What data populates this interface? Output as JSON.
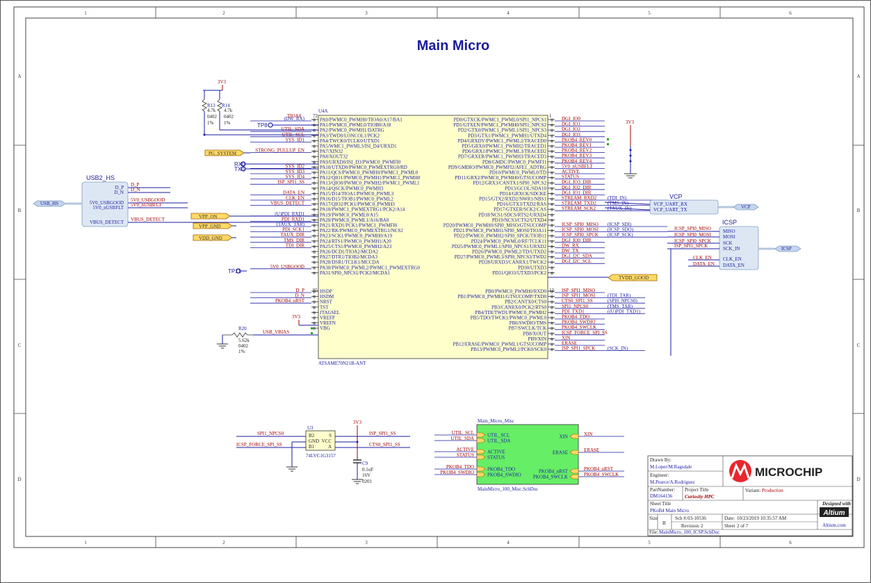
{
  "title": "Main Micro",
  "border": {
    "columns": [
      "1",
      "2",
      "3",
      "4",
      "5",
      "6"
    ],
    "rows": [
      "A",
      "B",
      "C",
      "D"
    ]
  },
  "u4": {
    "designator": "U4A",
    "part": "ATSAME70N21B-ANT",
    "left_pins": [
      "PA0/PWMC0_PWMH0/TIOA0/A17/BA1",
      "PA1/PWMC0_PWML0/TIOB0/A18",
      "PA2/PWMC0_PWMH1/DATRG",
      "PA3/TWD0/LONCOL1/PCK2",
      "PA4/TWCK0/TCLK0/UTXD1",
      "PA5/WMC1_PWML3/ISI_D4/URXD1",
      "PA7/XIN32",
      "PA8/XOUT32",
      "PA9/URXD0/ISI_D3/PWMC0_PWMFI0",
      "PA10/UTXD0/PWMC0_PWMEXTRG0/RD",
      "PA11/QCS/PWMC0_PWMH0/PWMC1_PWML0",
      "PA12/QIO1/PWMC0_PWMH1/PWMC1_PWMH0",
      "PA13/QIO0/PWMC0_PWMH2/PWMC1_PWML1",
      "PA14/QSCK/PWMC0_PWMH3",
      "PA15/D14/TIOA1/PWMC0_PWML3",
      "PA16/D15/TIOB1/PWMC0_PWML2",
      "PA17/QIO2/PCK1/PWMC0_PWMH3",
      "PA18/PWMC1_PWMEXTRG1/PCK2/A14",
      "PA19/PWMC0_PWML0/A15",
      "PA20/PWMC0_PWML1/A16/BA0",
      "PA21/RXD1/PCK1/PWMC1_PWMFI0",
      "PA22/RK/PWMC0_PWMEXTRG1/NCS2",
      "PA23/SCK1/PWMC0_PWMH0/A19",
      "PA24/RTS1/PWMC0_PWMH1/A20",
      "PA25/CTS1/PWMC0_PWMH2/A23",
      "PA26/DCD1/TIOA2/MCDA2",
      "PA27/DTR1/TIOB2/MCDA3",
      "PA28/DSR1/TCLK1/MCCDA",
      "PA30/PWMC0_PWML2/PWMC1_PWMEXTRG0",
      "PA31/SPI0_NPCS1/PCK2/MCDA1"
    ],
    "left_pins2": [
      "HSDP",
      "HSDM",
      "NRST",
      "TST",
      "JTAGSEL",
      "VREFP",
      "VREFN",
      "VBG"
    ],
    "right_pins": [
      "PD0/GTXCK/PWMC1_PWML0/SPI1_NPCS1",
      "PD1/GTXEN/PWMC1_PWMH0/SPI1_NPCS2",
      "PD2/GTX0/PWMC1_PWML1/SPI1_NPCS3",
      "PD3/GTX1/PWMC1_PWMH1/UTXD4",
      "PD4/GRXDV/PWMC1_PWML2/TRACED0",
      "PD5/GRX0/PWMC1_PWMH2/TRACED1",
      "PD6/GRX1/PWMC1_PWML3/TRACED2",
      "PD7/GRXER/PWMC1_PWMH3/TRACED3",
      "PD8/GMDC/PWMC0_PWMFI1",
      "PD9/GMDIO/PWMC0_PWMFI2/AFE1_ADTRG",
      "PD10/PWMC0_PWML0/TD",
      "PD11/GRX2/PWMC0_PWMH0/GTSUCOMP",
      "PD12/GRX3/CANTX1/SPI0_NPCS2",
      "PD13/GCOL/SDA10",
      "PD14/GRXCK/SDCKE",
      "PD15/GTX2/RXD2/NWR1/NBS1",
      "PD16/GTX3/TXD2/RAS",
      "PD17/GTXER/SCK2/CAS",
      "PD18/NCS1/SDCS/RTS2/URXD4",
      "PD19/NCS3/CTS2/UTXD4",
      "PD20/PWMC0_PWMH0/SPI0_MISO/GTSUCOMP",
      "PD21/PWMC0_PWMH1/SPI0_MOSI/TIOA11",
      "PD22/PWMC0_PWMH2/SPI0_SPCK/TIOB11",
      "PD24/PWMC0_PWML0/RF/TCLK11",
      "PD25/PWMC0_PWML1/SPI0_NPCS1/URXD2",
      "PD26/PWMC0_PWML2/TD/UTXD2",
      "PD27/PWMC0_PWML3/SPI0_NPCS3/TWD2",
      "PD28/URXD3/CANRX1/TWCK2",
      "PD30/UTXD3",
      "PD31/QIO3/UTXD3/PCK2"
    ],
    "right_pins2": [
      "PB0/PWMC0_PWMH0/RXD0",
      "PB1/PWMC0_PWMH1/GTSUCOMP/TXD0",
      "PB2/CANTX0/CTS0",
      "PB3/CANRX0/PCK2/RTS0",
      "PB4/TDI/TWD1/PWMC0_PWMH2",
      "PB5/TDO/TWCK1/PWMC0_PWML0",
      "PB6/SWDIO/TMS",
      "PB7/SWCLK/TCK",
      "PB8/XOUT",
      "PB9/XIN",
      "PB12/ERASE/PWMC0_PWML1/GTSUCOMP",
      "PB13/PWMC0_PWML2/PCK0/SCK0"
    ],
    "left_nets": [
      "(DW_RX)",
      "",
      "UTIL_SDA",
      "UTIL_SCL",
      "SYS_ID1",
      "",
      "STRONG_PULLUP_EN",
      "",
      "",
      "SYS_ID2",
      "SYS_ID3",
      "SYS_ID4",
      "ISP_SPI1_SS",
      "",
      "DATA_EN",
      "CLK_EN",
      "VBUS_DETECT",
      "",
      "(U)PDI_RXD1",
      "PDI_RXD1",
      "(TAUX_TAR)",
      "PDI_SCK1",
      "TAUX_DIR",
      "TMS_DIR",
      "TDI_DIR",
      "",
      "",
      "",
      "5V0_USBGOOD",
      ""
    ],
    "left_nets2": [
      "D_P",
      "D_N",
      "PKOB4_nRST",
      "",
      "",
      "",
      "",
      ""
    ],
    "right_nets": [
      "DGI_IO0",
      "DGI_IO1",
      "DGI_IO2",
      "DGI_IO3",
      "PKOB4_REV0",
      "PKOB4_REV1",
      "PKOB4_REV2",
      "PKOB4_REV3",
      "PKOB4_REV4",
      "5V0_nUSBFLT",
      "ACTIVE",
      "STATUS",
      "DGI_IO3_DIR",
      "DGI_IO2_DIR",
      "DGI_IO1_DIR",
      "STREAM_RXD2",
      "STREAM_TXD2",
      "STREAM_SCK2",
      "",
      "",
      "ICSP_SPI0_MISO",
      "ICSP_SPI0_MOSI",
      "ICSP_SPI0_SPCK",
      "DGI_IO0_DIR",
      "DW_RX",
      "DW_TX",
      "DGI_I2C_SDA",
      "DGI_I2C_SCL",
      "",
      ""
    ],
    "right_nets_ext": [
      "",
      "",
      "",
      "",
      "",
      "",
      "",
      "",
      "",
      "",
      "",
      "",
      "",
      "",
      "",
      "(TDI_IN)",
      "(TMS_IN)",
      "(TAUX_IN)",
      "",
      "",
      "(ICSP_SDI)",
      "(ICSP_SDO)",
      "(ICSP_SCK)",
      "",
      "",
      "",
      "",
      "",
      "",
      ""
    ],
    "right_nets2": [
      "ISP_SPI1_MISO",
      "ISP_SPI1_MOSI",
      "CTS0_SPI1_SS",
      "SPI1_NPCS0",
      "PDI_TXD1",
      "PKOB4_TDO",
      "PKOB4_SWDIO",
      "PKOB4_SWCLK",
      "ICSP_FORCE_SPI_SS",
      "XIN",
      "ERASE",
      "ISP_SPI1_SPCK"
    ],
    "right_nets2_ext": [
      "",
      "(TDI_TAR)",
      "(SPI0_NPCS0)",
      "(TMS_TAR)",
      "((U)PDI_TXD1)",
      "",
      "",
      "",
      "",
      "",
      "",
      "(SCK_IN)"
    ],
    "left_top_pin": "72",
    "left_bottom_pin": "95",
    "right_top_pin": "1",
    "right_bottom_pin": "12"
  },
  "ports": {
    "pg_system": "PG_SYSTEM",
    "vpp_on": "VPP_ON",
    "vpp_gnd": "VPP_GND",
    "vdd_gnd": "VDD_GND",
    "tvdd_good": "TVDD_GOOD",
    "usb_hs": "USB_HS",
    "vcp": "VCP",
    "icsp": "ICSP"
  },
  "testpoints": {
    "tp8": "TP8",
    "tp11": "TP11",
    "rx0": "RX0",
    "tx0": "TX0",
    "tioa0": "TIOA0"
  },
  "usb2_hs": {
    "title": "USB2_HS",
    "pins": [
      "D_P",
      "D_N",
      "5V0_USBGOOD",
      "5V0_nUSBFLT",
      "VBUS_DETECT"
    ]
  },
  "vcp": {
    "title": "VCP",
    "pins": [
      "VCP_UART_RX",
      "VCP_UART_TX"
    ]
  },
  "icsp": {
    "title": "ICSP",
    "pins": [
      "MISO",
      "MOSI",
      "SCK",
      "SCK_IN",
      "CLK_EN",
      "DATA_EN"
    ]
  },
  "icsp_nets": [
    "ICSP_SPI0_MISO",
    "ICSP_SPI0_MOSI",
    "ICSP_SPI0_SPCK",
    "ISP_SPI1_SPCK",
    "CLK_EN",
    "DATA_EN"
  ],
  "power": {
    "v3v3": "3V3"
  },
  "resistors": {
    "r13": {
      "name": "R13",
      "value": "4.7k",
      "pkg": "0402",
      "tol": "1%"
    },
    "r14": {
      "name": "R14",
      "value": "4.7k",
      "pkg": "0402",
      "tol": "1%"
    },
    "r20": {
      "name": "R20",
      "value": "5.62k",
      "pkg": "0402",
      "tol": "1%"
    }
  },
  "usb_vbias": "USB_VBIAS",
  "u3": {
    "designator": "U3",
    "part": "74LVC1G3157",
    "left_pins": [
      "B2",
      "GND",
      "B1"
    ],
    "right_pins": [
      "S",
      "VCC",
      "A"
    ],
    "nets_left": [
      "SPI1_NPCS0",
      "ICSP_FORCE_SPI_SS"
    ],
    "nets_right": [
      "ISP_SPI1_SS",
      "CTS0_SPI1_SS"
    ]
  },
  "c9": {
    "name": "C9",
    "value": "0.1uF",
    "volt": "16V",
    "pkg": "0201"
  },
  "misc_sheet": {
    "title": "Main_Micro_Misc",
    "file": "MainMicro_100_Misc.SchDoc",
    "left_ports": [
      "UTIL_SCL",
      "UTIL_SDA",
      "ACTIVE",
      "STATUS",
      "PKOB4_TDO",
      "PKOB4_SWDIO"
    ],
    "right_ports": [
      "XIN",
      "ERASE",
      "PKOB4_nRST",
      "PKOB4_SWCLK"
    ],
    "left_nets": [
      "UTIL_SCL",
      "UTIL_SDA",
      "ACTIVE",
      "STATUS",
      "PKOB4_TDO",
      "PKOB4_SWDIO"
    ],
    "right_nets": [
      "XIN",
      "ERASE",
      "PKOB4_nRST",
      "PKOB4_SWCLK"
    ]
  },
  "title_block": {
    "drawn_by_label": "Drawn By:",
    "drawn_by": "M.Loper/M.Ragsdale",
    "engineer_label": "Engineer:",
    "engineer": "M.Pearce/A.Rodriguez",
    "part_number_label": "PartNumber:",
    "part_number": "DM164136",
    "project_title_label": "Project Title",
    "project_title": "Curiosity HPC",
    "variant_label": "Variant:",
    "variant": "Production",
    "sheet_title_label": "Sheet Title",
    "sheet_title": "PKoB4 Main Micro",
    "size_label": "Size",
    "size": "B",
    "sch_label": "Sch #:",
    "sch": "03-10536",
    "revision_label": "Revision:",
    "revision": "2",
    "date_label": "Date:",
    "date": "10/23/2019 10:35:57 AM",
    "sheet_label": "Sheet",
    "sheet": "2 of 7",
    "designed_with": "Designed with",
    "altium": "Altium",
    "altium_url": "Altium.com",
    "file_label": "File:",
    "file": "MainMicro_100_ICSP.SchDoc",
    "company": "MICROCHIP"
  },
  "colors": {
    "wire": "#1a1aa0",
    "net_label": "#a00000",
    "port_fill": "#ffd966",
    "harness_fill": "#dde7f3",
    "misc_fill": "#66ee66",
    "ic_fill": "#ffffcc",
    "microchip_red": "#e8262d"
  }
}
